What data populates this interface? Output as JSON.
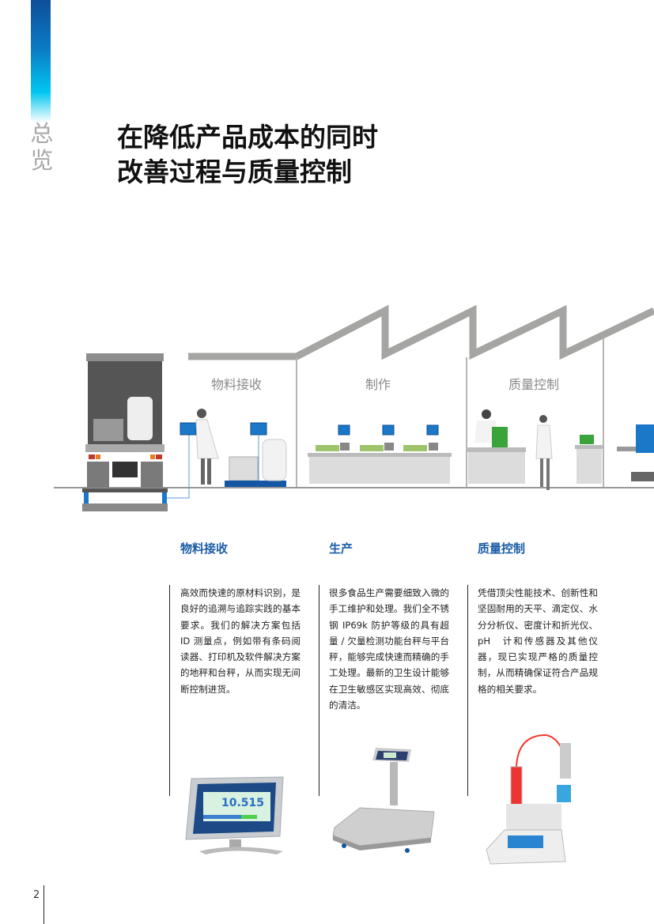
{
  "section_label": [
    "总",
    "览"
  ],
  "title": {
    "line1": "在降低产品成本的同时",
    "line2": "改善过程与质量控制"
  },
  "illustration": {
    "zones": [
      "物料接收",
      "制作",
      "质量控制"
    ],
    "colors": {
      "roof": "#a5a5a3",
      "wall": "#b5b5b3",
      "floor": "#777777",
      "scale_blue": "#1356a4",
      "terminal_blue": "#1b78c8"
    }
  },
  "columns": [
    {
      "heading": "物料接收",
      "text": "高效而快速的原材料识别，是良好的追溯与追踪实践的基本要求。我们的解决方案包括　ID 测量点，例如带有条码阅读器、打印机及软件解决方案的地秤和台秤，从而实现无间断控制进货。"
    },
    {
      "heading": "生产",
      "text": "很多食品生产需要细致入微的手工维护和处理。我们全不锈钢 IP69k 防护等级的具有超量 / 欠量检测功能台秤与平台秤，能够完成快速而精确的手工处理。最新的卫生设计能够在卫生敏感区实现高效、彻底的清洁。"
    },
    {
      "heading": "质量控制",
      "text": "凭借顶尖性能技术、创新性和坚固耐用的天平、滴定仪、水分分析仪、密度计和折光仪、pH　计和传感器及其他仪器，现已实现严格的质量控制，从而精确保证符合产品规格的相关要求。"
    }
  ],
  "products": {
    "terminal_display": "10.515"
  },
  "accent_color": "#1b5da6",
  "page_number": "2"
}
